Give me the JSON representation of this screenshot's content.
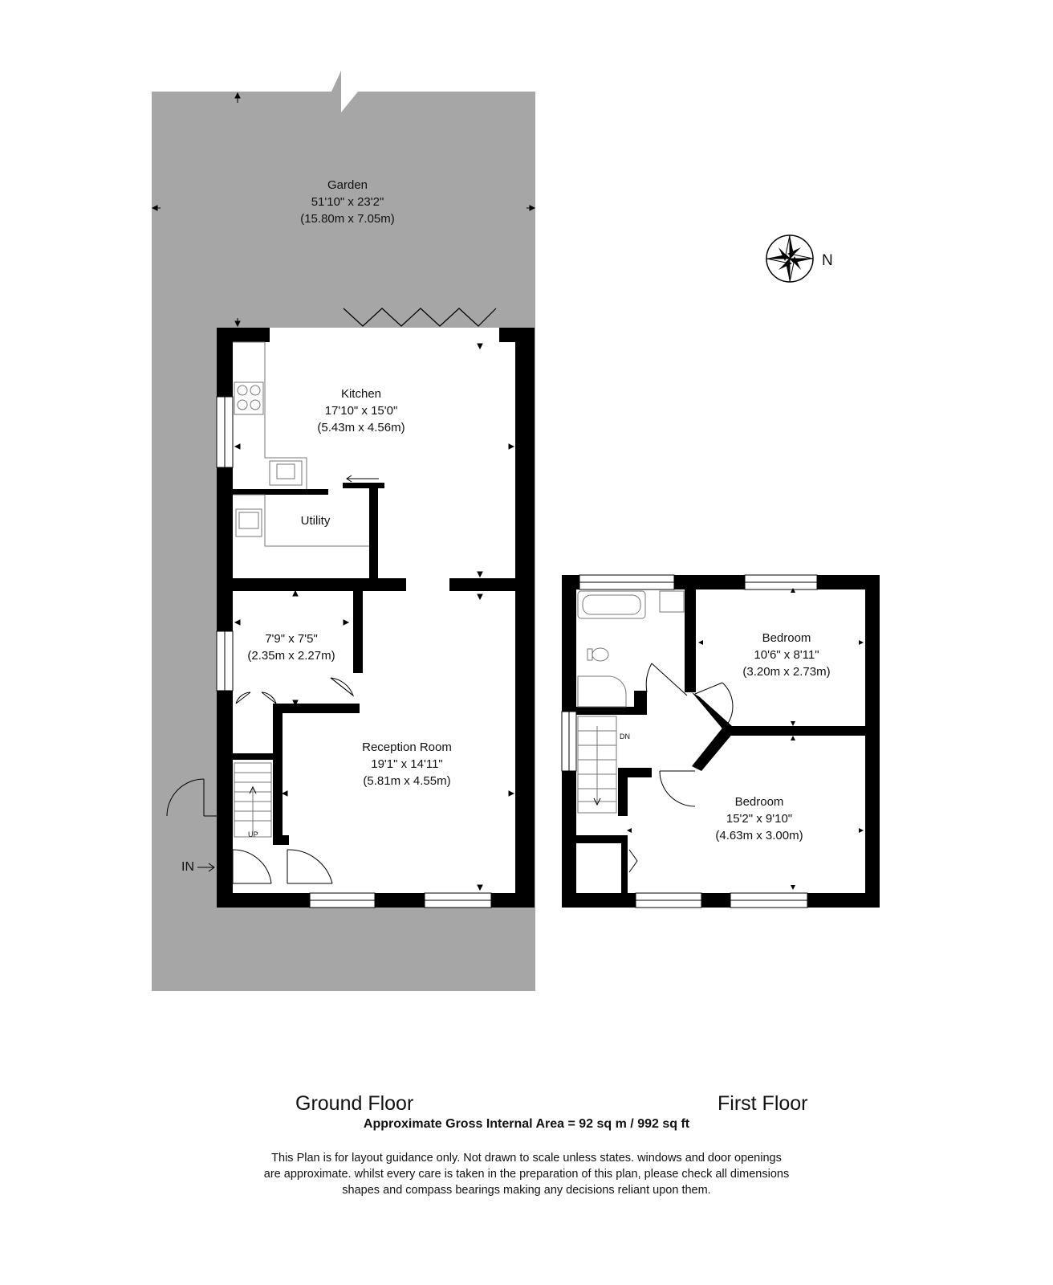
{
  "garden": {
    "name": "Garden",
    "imperial": "51'10\" x 23'2\"",
    "metric": "(15.80m x 7.05m)"
  },
  "kitchen": {
    "name": "Kitchen",
    "imperial": "17'10\" x 15'0\"",
    "metric": "(5.43m x 4.56m)"
  },
  "utility": {
    "name": "Utility"
  },
  "dining": {
    "imperial": "7'9\" x 7'5\"",
    "metric": "(2.35m x 2.27m)"
  },
  "reception": {
    "name": "Reception Room",
    "imperial": "19'1\" x 14'11\"",
    "metric": "(5.81m x 4.55m)"
  },
  "bedroom1": {
    "name": "Bedroom",
    "imperial": "10'6\" x 8'11\"",
    "metric": "(3.20m x 2.73m)"
  },
  "bedroom2": {
    "name": "Bedroom",
    "imperial": "15'2\" x 9'10\"",
    "metric": "(4.63m x 3.00m)"
  },
  "stairs": {
    "up": "UP",
    "down": "DN"
  },
  "entrance": {
    "label": "IN"
  },
  "compass": {
    "label": "N",
    "icon": "compass-rose-icon"
  },
  "floors": {
    "ground": "Ground Floor",
    "first": "First Floor"
  },
  "area": "Approximate Gross Internal Area = 92 sq m  /  992 sq ft",
  "disclaimer": [
    "This Plan is for layout guidance only. Not drawn to scale unless states. windows and door openings",
    "are approximate. whilst every care is taken in the preparation of this plan, please check all dimensions",
    "shapes and compass bearings making any decisions reliant upon them."
  ],
  "colors": {
    "wall": "#000000",
    "garden": "#a6a6a6",
    "floor": "#ffffff",
    "window": "#ffffff"
  }
}
